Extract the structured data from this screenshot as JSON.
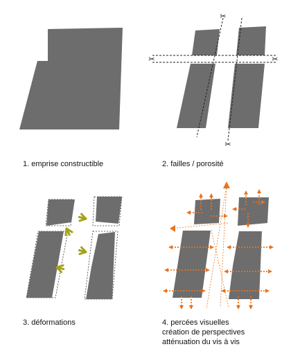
{
  "panels": [
    {
      "id": "1",
      "caption_lines": [
        "1. emprise constructible"
      ]
    },
    {
      "id": "2",
      "caption_lines": [
        "2. failles / porosité"
      ]
    },
    {
      "id": "3",
      "caption_lines": [
        "3. déformations"
      ]
    },
    {
      "id": "4",
      "caption_lines": [
        "4. percées visuelles",
        "création de perspectives",
        "atténuation du vis à vis"
      ]
    }
  ],
  "colors": {
    "building": "#6d6d6d",
    "dashed_line": "#222222",
    "deformation_arrow": "#a3a21a",
    "view_arrow": "#e8731e"
  },
  "icons": [
    "scissors-icon",
    "deformation-arrow-icon",
    "view-arrow-icon"
  ]
}
